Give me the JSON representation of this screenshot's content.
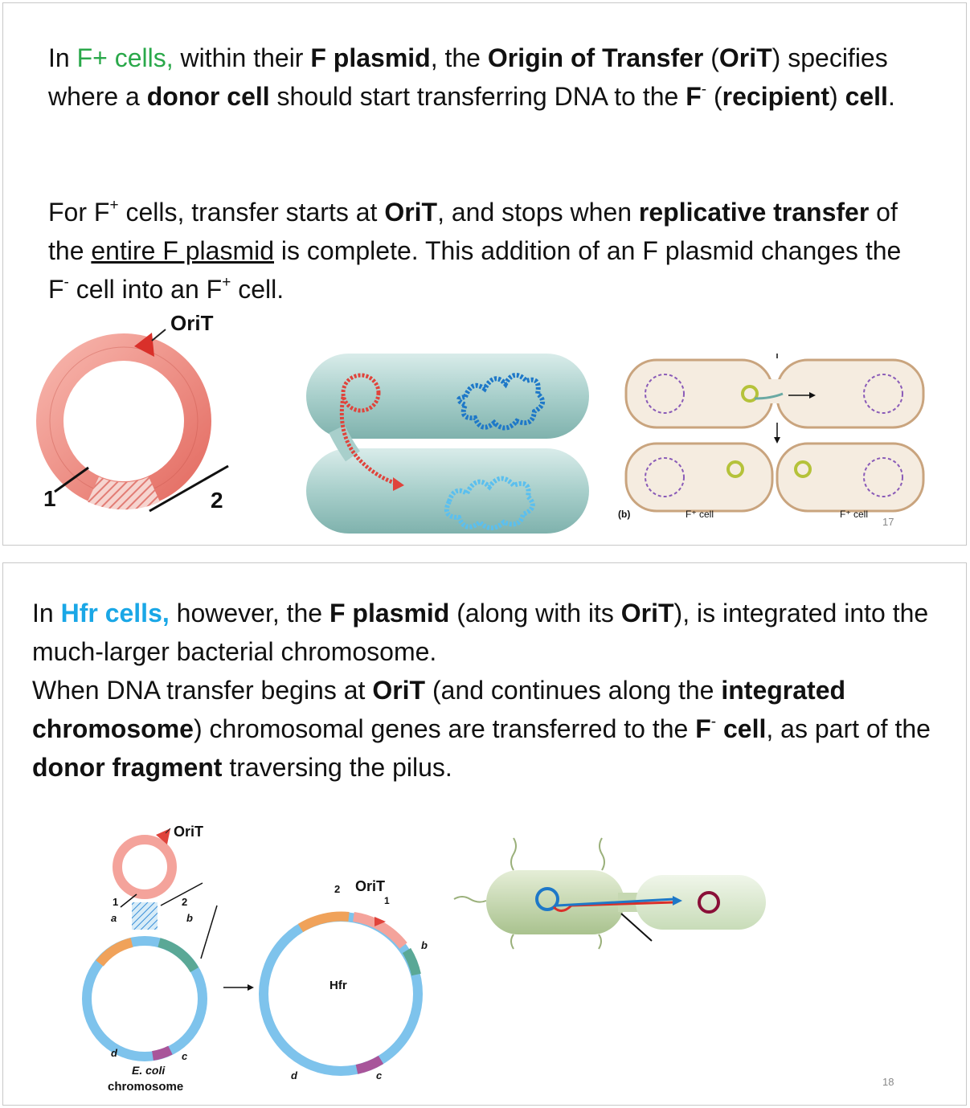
{
  "slide17": {
    "p1": {
      "in": "In ",
      "f_plus_cells": "F+ cells,",
      "within": " within their ",
      "f_plasmid": "F plasmid",
      "comma_the": ", the ",
      "origin_of_transfer": "Origin of Transfer",
      "paren_open": " (",
      "orit": "OriT",
      "paren_close": ")",
      "specifies": " specifies where a ",
      "donor_cell": "donor cell",
      "start_transfer": " should start transferring DNA to the ",
      "f_minus": "F",
      "minus_sup": "-",
      "recipient_open": " (",
      "recipient": "recipient",
      "recipient_close": ") ",
      "cell": "cell",
      "period": "."
    },
    "p2": {
      "for_f": "For F",
      "plus_sup": "+",
      "transfer_starts": " cells, transfer starts at ",
      "orit": "OriT",
      "stops_when": ", and stops when ",
      "replicative_transfer": "replicative transfer",
      "of_the": " of the ",
      "entire_f_plasmid": "entire F plasmid",
      "complete": " is complete. This addition of an F plasmid changes the F",
      "minus_sup": "-",
      "cell_into": " cell into an F",
      "plus_sup2": "+",
      "cell_end": " cell."
    },
    "fig_plasmid": {
      "label_orit": "OriT",
      "label_1": "1",
      "label_2": "2"
    },
    "fig_cells": {
      "panel_label": "(b)",
      "label_left": "F⁺ cell",
      "label_right": "F⁺ cell"
    },
    "slide_number": "17"
  },
  "slide18": {
    "p1": {
      "in": "In ",
      "hfr_cells": "Hfr cells,",
      "however": " however, the ",
      "f_plasmid": "F plasmid",
      "along": " (along with its ",
      "orit": "OriT",
      "integrated": "), is integrated into the much-larger bacterial chromosome.",
      "when": "When DNA transfer begins at ",
      "orit2": "OriT",
      "continues": " (and continues along the ",
      "integrated_chromosome": "integrated chromosome",
      "genes": ") chromosomal genes are transferred to the ",
      "f": "F",
      "minus_sup": "-",
      "cell": " cell",
      "as_part": ", as part of the ",
      "donor_fragment": "donor fragment",
      "traversing": " traversing the pilus."
    },
    "fig_integration": {
      "label_orit_top": "OriT",
      "label_1": "1",
      "label_2": "2",
      "label_a": "a",
      "label_b": "b",
      "label_c": "c",
      "label_d": "d",
      "label_ecoli": "E. coli",
      "label_chromosome": "chromosome",
      "label_orit_hfr": "OriT",
      "label_2_hfr": "2",
      "label_1_hfr": "1",
      "label_hfr": "Hfr",
      "label_b_hfr": "b",
      "label_c_hfr": "c",
      "label_d_hfr": "d"
    },
    "slide_number": "18"
  },
  "colors": {
    "green_text": "#2aa84a",
    "cyan_text": "#1aa7e6",
    "plasmid_red": "#e8746c",
    "cell_teal": "#a9d2cf",
    "chromosome_blue": "#3a8fd8"
  }
}
